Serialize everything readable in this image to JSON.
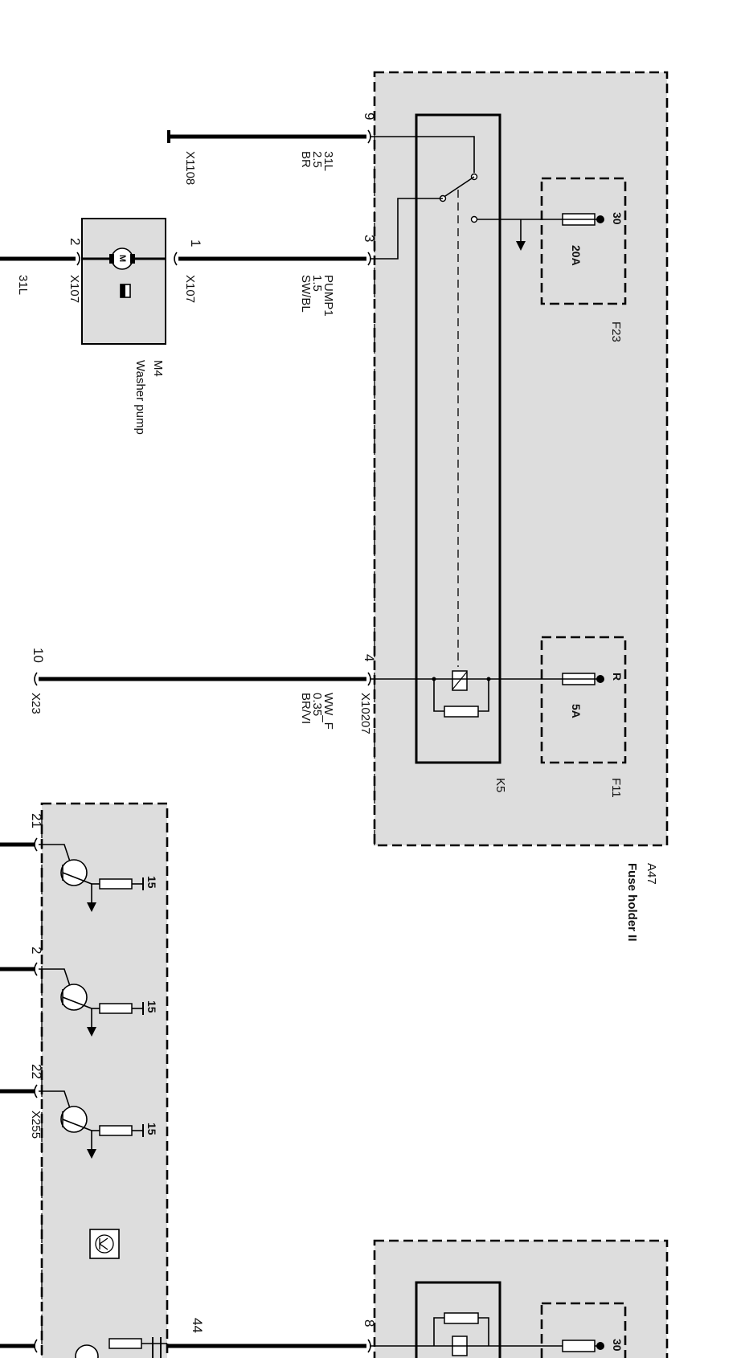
{
  "fuse_holder": {
    "id": "A47",
    "name": "Fuse holder II",
    "relay_id": "K5",
    "fuse_f23": {
      "id": "F23",
      "rating": "20A",
      "terminal": "30"
    },
    "fuse_f11": {
      "id": "F11",
      "rating": "5A",
      "terminal": "R"
    },
    "pins": {
      "p9": "9",
      "p3": "3",
      "p4": "4",
      "p8": "8"
    }
  },
  "wire_ground": {
    "connector": "X1108",
    "circuit": "31L",
    "size": "2.5",
    "color": "BR"
  },
  "wire_pump": {
    "circuit": "PUMP1",
    "size": "1.5",
    "color": "SW/BL"
  },
  "wire_ww": {
    "connector": "X10207",
    "circuit": "WW_F",
    "size": "0.35",
    "color": "BR/VI"
  },
  "washer_pump": {
    "id": "M4",
    "name": "Washer pump",
    "motor_symbol": "M",
    "pin1": "1",
    "pin2": "2",
    "connector_left": "X107",
    "connector_right": "X107",
    "ground": "31L"
  },
  "control_unit": {
    "pin_10": "10",
    "connector_x23": "X23",
    "pin_21": "21",
    "pin_2": "2",
    "pin_22": "22",
    "connector_x255": "X255",
    "pin_44": "44",
    "transistor_supply": "15"
  },
  "lower_fuse_holder": {
    "pin": "8",
    "terminal": "30"
  },
  "colors": {
    "box_fill": "#dddddd",
    "line": "#000000",
    "background": "#ffffff"
  }
}
